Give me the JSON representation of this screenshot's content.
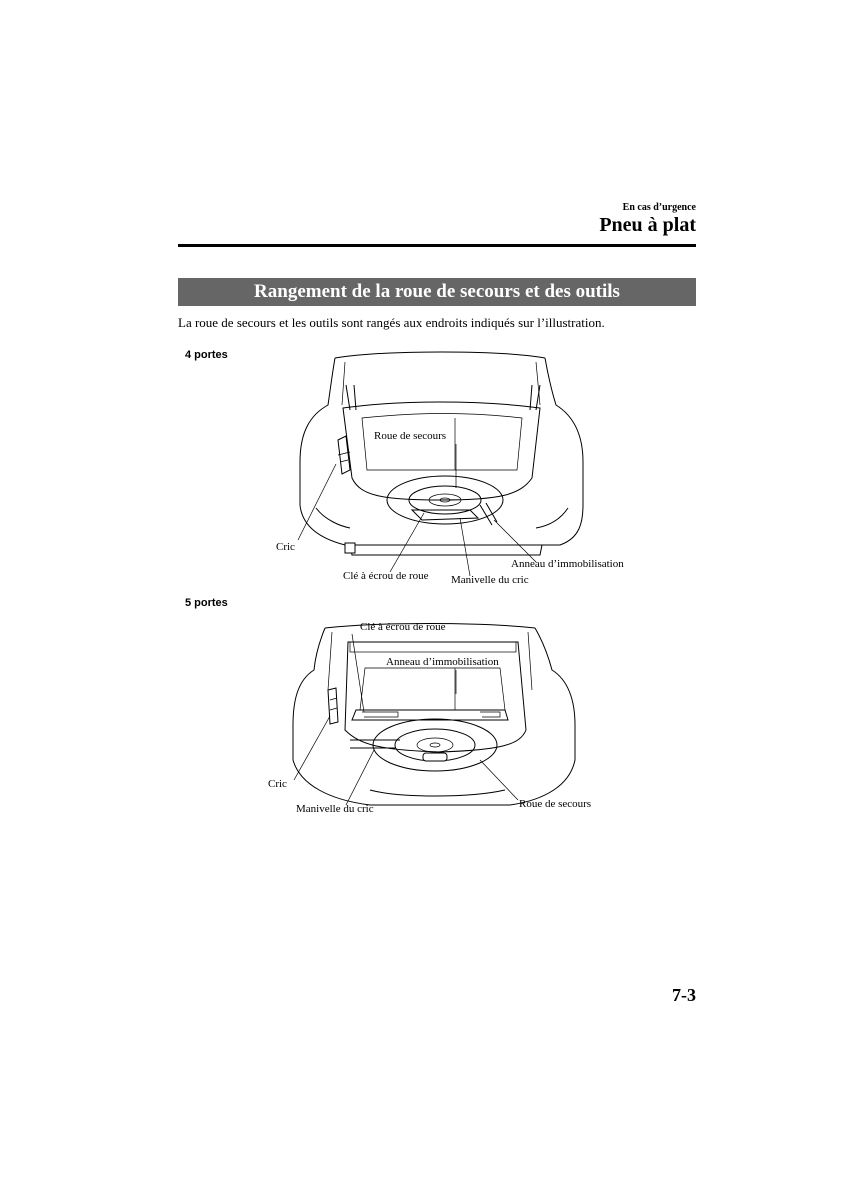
{
  "header": {
    "section": "En cas d’urgence",
    "title": "Pneu à plat"
  },
  "banner": {
    "title": "Rangement de la roue de secours et des outils"
  },
  "intro": "La roue de secours et les outils sont rangés aux endroits indiqués sur l’illustration.",
  "figures": [
    {
      "label": "4 portes",
      "callouts": {
        "spare_wheel": "Roue de secours",
        "jack": "Cric",
        "lug_wrench": "Clé à écrou de roue",
        "jack_handle": "Manivelle du cric",
        "towing_eye": "Anneau d’immobilisation"
      }
    },
    {
      "label": "5 portes",
      "callouts": {
        "lug_wrench": "Clé à écrou de roue",
        "towing_eye": "Anneau d’immobilisation",
        "jack": "Cric",
        "jack_handle": "Manivelle du cric",
        "spare_wheel": "Roue de secours"
      }
    }
  ],
  "footer": {
    "page_number": "7-3"
  }
}
